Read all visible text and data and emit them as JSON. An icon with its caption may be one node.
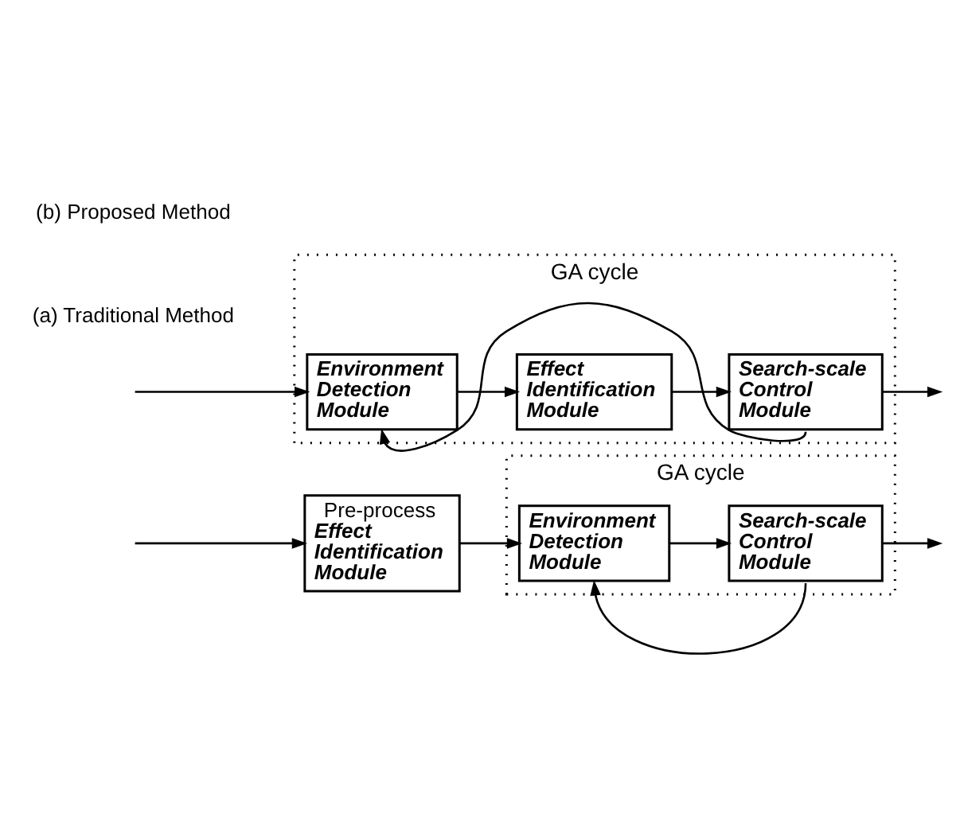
{
  "diagram": {
    "nodes": [
      {
        "text": [
          "Pre-process",
          "Effect Identification Module"
        ]
      },
      {
        "text": [
          "GA cycle"
        ]
      },
      {
        "text": [
          "Environment Detection Module"
        ],
        "in": 1
      },
      {
        "text": [
          "Search-scale Control Module"
        ],
        "in": 1
      },
      {
        "text": [
          "GA cycle"
        ]
      },
      {
        "text": [
          "Environment Detection Module"
        ],
        "in": 4
      },
      {
        "text": [
          "Effect Identification Module"
        ],
        "in": 4
      },
      {
        "text": [
          "Search-scale Control Module"
        ],
        "in": 4
      }
    ],
    "edges": [
      {
        "from": null,
        "to": 0,
        "arrow": "to"
      },
      {
        "from": 0,
        "to": 2,
        "arrow": "to"
      },
      {
        "from": 2,
        "to": 3,
        "arrow": "to"
      },
      {
        "from": 3,
        "to": null,
        "arrow": "to"
      },
      {
        "from": 3,
        "to": 2,
        "arrow": "to"
      },
      {
        "from": null,
        "to": 5,
        "arrow": "to"
      },
      {
        "from": 5,
        "to": 6,
        "arrow": "to"
      },
      {
        "from": 6,
        "to": 7,
        "arrow": "to"
      },
      {
        "from": 7,
        "to": null,
        "arrow": "to"
      },
      {
        "from": 7,
        "to": 5,
        "arrow": "to"
      }
    ],
    "labels": [
      "(a) Traditional Method",
      "(b) Proposed Method"
    ]
  }
}
